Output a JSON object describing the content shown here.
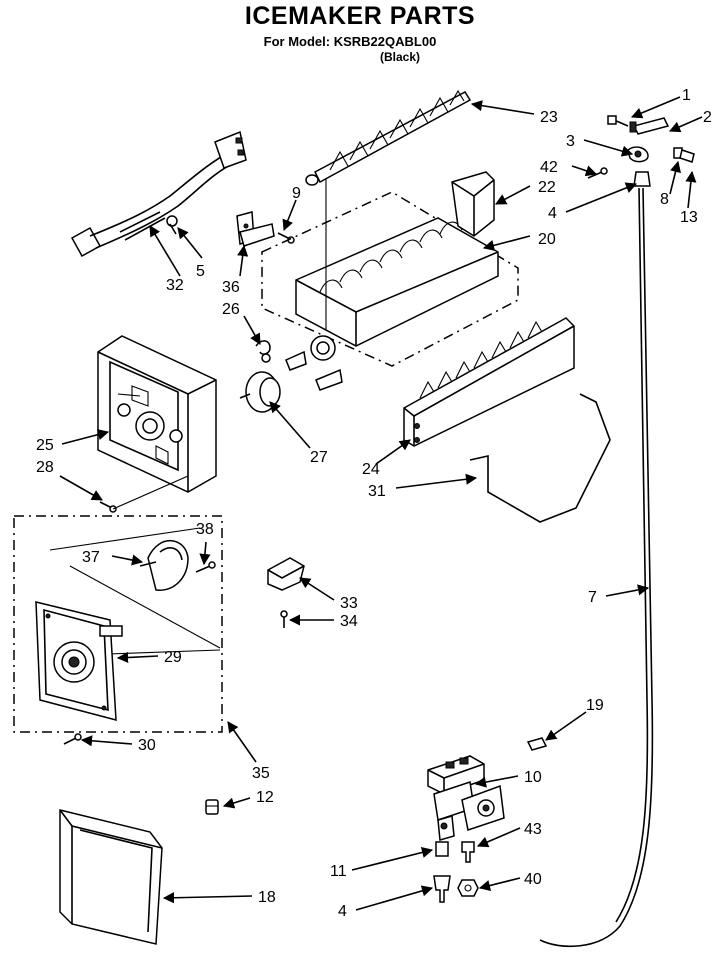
{
  "header": {
    "title": "ICEMAKER PARTS",
    "model_line": "For Model: KSRB22QABL00",
    "variant": "(Black)"
  },
  "callouts": [
    "1",
    "2",
    "3",
    "42",
    "8",
    "13",
    "22",
    "4",
    "23",
    "9",
    "5",
    "32",
    "36",
    "20",
    "26",
    "27",
    "25",
    "28",
    "24",
    "31",
    "38",
    "37",
    "33",
    "34",
    "29",
    "7",
    "30",
    "35",
    "19",
    "10",
    "12",
    "43",
    "11",
    "40",
    "4",
    "18"
  ],
  "colors": {
    "ink": "#000000",
    "paper": "#ffffff"
  }
}
